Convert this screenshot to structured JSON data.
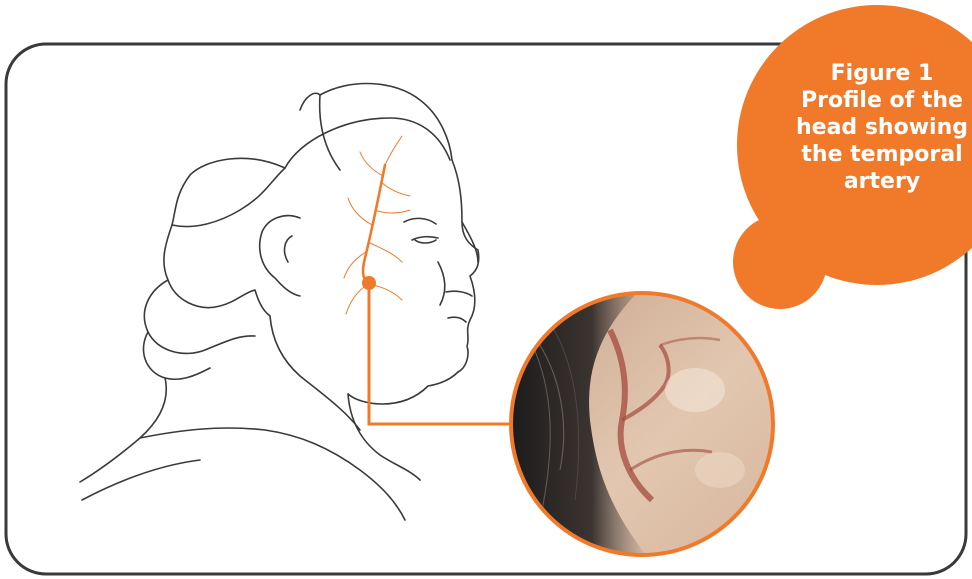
{
  "figure": {
    "caption_title": "Figure 1",
    "caption_lines": [
      "Profile of the",
      "head showing",
      "the temporal",
      "artery"
    ],
    "accent_color": "#f07a2a",
    "outline_color": "#3a3a3a"
  }
}
